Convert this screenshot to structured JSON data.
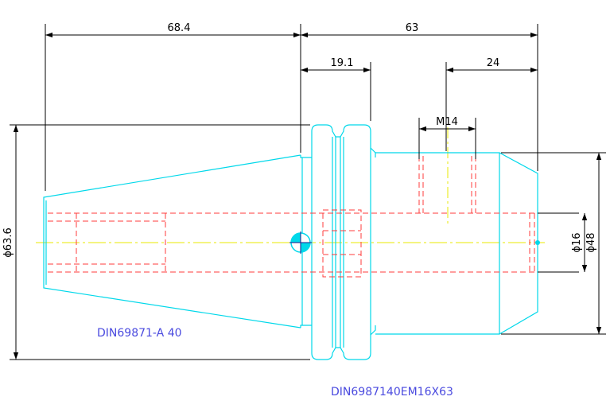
{
  "colors": {
    "outline": "#00d8ea",
    "hidden": "#ff3b3b",
    "center": "#e8e800",
    "dimension": "#000000",
    "label": "#4a4adf"
  },
  "dimensions": {
    "length_left": "68.4",
    "length_right": "63",
    "flange_width": "19.1",
    "collet_depth": "24",
    "thread": "M14",
    "flange_diameter": "ϕ63.6",
    "bore_diameter": "ϕ16",
    "body_diameter": "ϕ48"
  },
  "labels": {
    "taper_standard": "DIN69871-A 40",
    "part_code": "DIN6987140EM16X63"
  }
}
